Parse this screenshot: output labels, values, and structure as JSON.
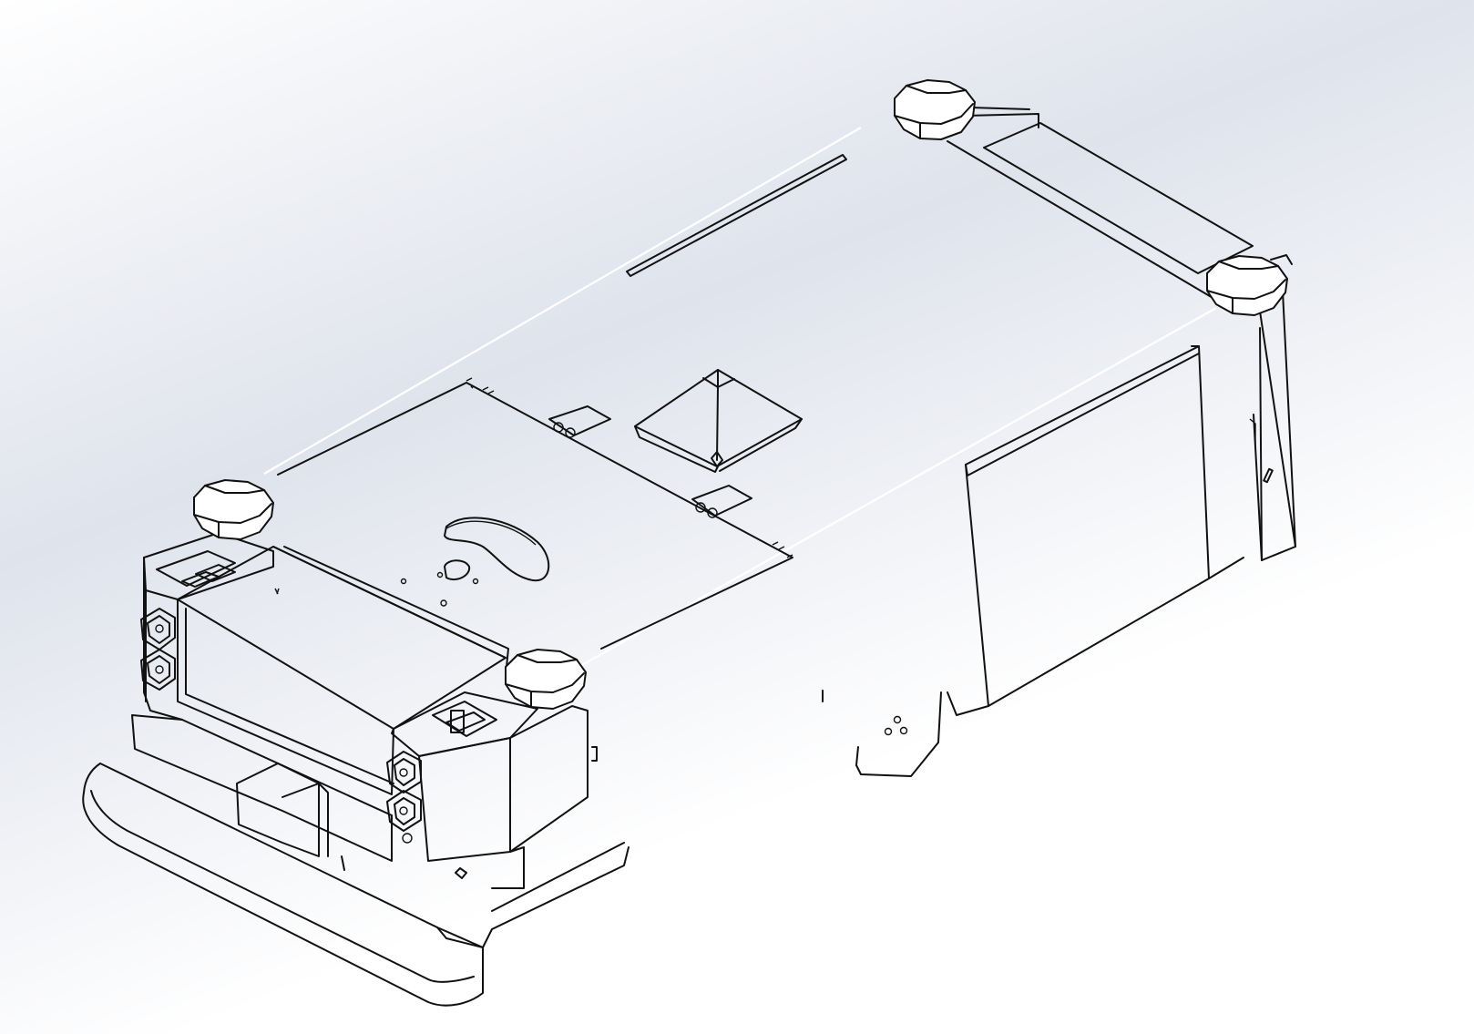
{
  "view": {
    "background_top": "#ffffff",
    "background_mid": "#dfe3ec",
    "background_bottom": "#ffffff",
    "edge_color": "#111111"
  },
  "model": {
    "type": "isometric-line-drawing",
    "subject": "robot-chassis",
    "bumper_count": 4
  }
}
